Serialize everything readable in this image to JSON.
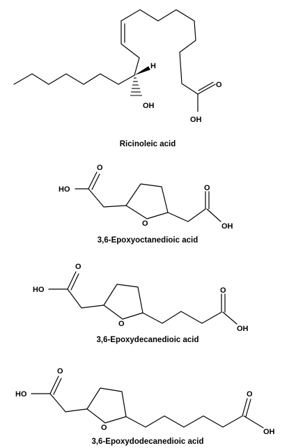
{
  "structures": [
    {
      "name": "Ricinoleic acid",
      "atom_labels": {
        "hydrogen": "H",
        "hydroxyl": "OH",
        "acid_oxygen": "O",
        "acid_hydroxyl": "OH"
      }
    },
    {
      "name": "3,6-Epoxyoctanedioic acid",
      "atom_labels": {
        "left_hydroxyl": "HO",
        "left_oxygen": "O",
        "ring_oxygen": "O",
        "right_oxygen": "O",
        "right_hydroxyl": "OH"
      }
    },
    {
      "name": "3,6-Epoxydecanedioic acid",
      "atom_labels": {
        "left_hydroxyl": "HO",
        "left_oxygen": "O",
        "ring_oxygen": "O",
        "right_oxygen": "O",
        "right_hydroxyl": "OH"
      }
    },
    {
      "name": "3,6-Epoxydodecanedioic acid",
      "atom_labels": {
        "left_hydroxyl": "HO",
        "left_oxygen": "O",
        "ring_oxygen": "O",
        "right_oxygen": "O",
        "right_hydroxyl": "OH"
      }
    }
  ],
  "colors": {
    "ink": "#000000",
    "background": "#ffffff"
  }
}
